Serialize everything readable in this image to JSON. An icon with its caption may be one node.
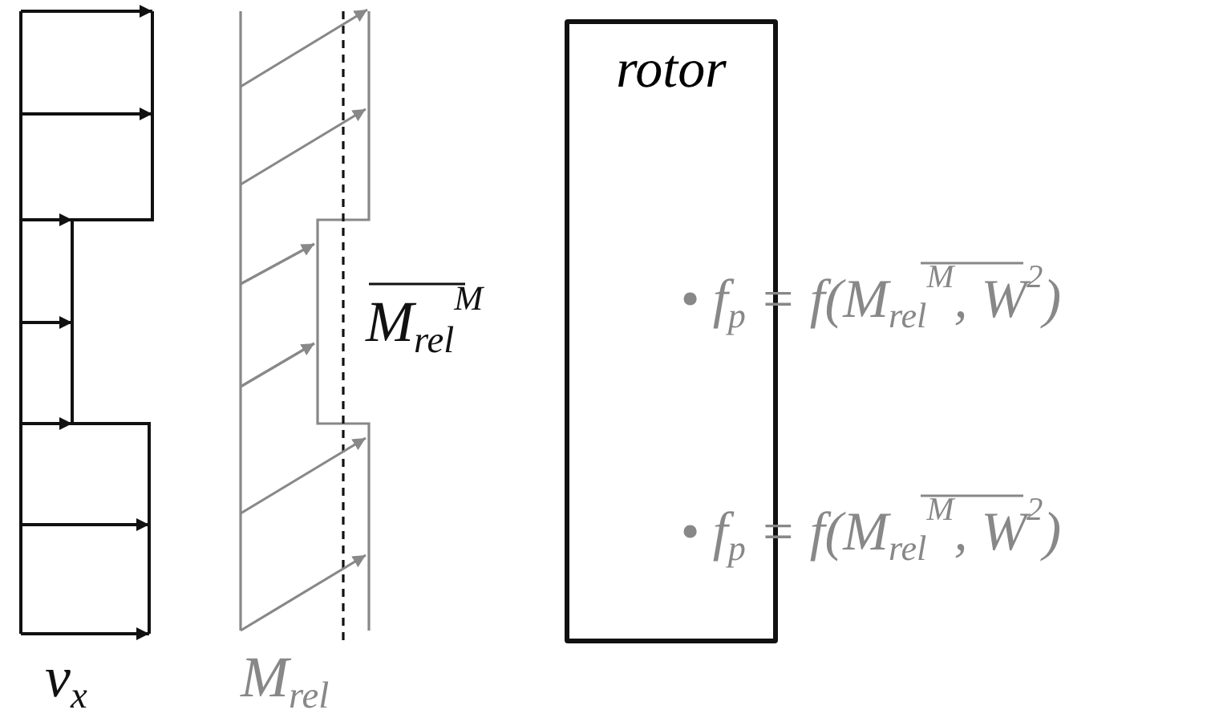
{
  "diagram": {
    "nodes": [
      {
        "text": [
          "rotor"
        ]
      }
    ],
    "labels": [
      "M$_{rel}$$^{M}$",
      "• f$_{p}$ = f(M$_{rel}$$^{M}$, W$^{2}$)",
      "• f$_{p}$ = f(M$_{rel}$$^{M}$, W$^{2}$)",
      "v$_{x}$",
      "M$_{rel}$"
    ]
  }
}
